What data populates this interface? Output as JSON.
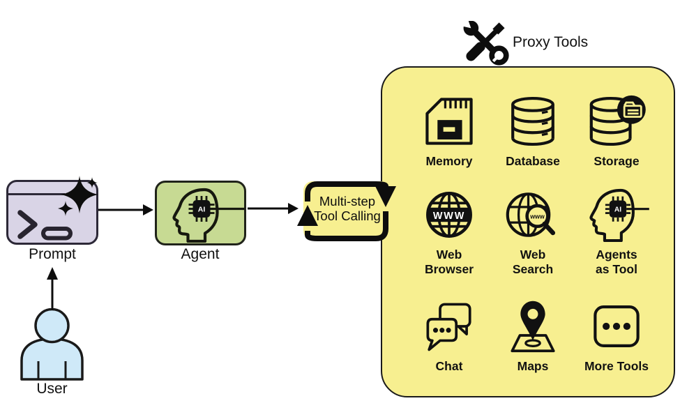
{
  "colors": {
    "proxy_yellow": "#f7ef90",
    "prompt_lavender": "#d9d4e6",
    "agent_green": "#c7da93",
    "user_blue": "#cfe9f8",
    "ink_black": "#111111"
  },
  "user": {
    "label": "User"
  },
  "prompt": {
    "label": "Prompt"
  },
  "agent": {
    "label": "Agent",
    "chip_text": "AI"
  },
  "multi_step": {
    "line1": "Multi-step",
    "line2": "Tool Calling"
  },
  "proxy": {
    "label": "Proxy Tools",
    "icon": "wrench-screwdriver-icon",
    "tools": [
      {
        "icon": "memory-icon",
        "lines": [
          "Memory"
        ]
      },
      {
        "icon": "database-icon",
        "lines": [
          "Database"
        ]
      },
      {
        "icon": "storage-icon",
        "lines": [
          "Storage"
        ]
      },
      {
        "icon": "web-browser-icon",
        "lines": [
          "Web",
          "Browser"
        ],
        "icon_text": "WWW"
      },
      {
        "icon": "web-search-icon",
        "lines": [
          "Web",
          "Search"
        ],
        "icon_text": "www"
      },
      {
        "icon": "agents-as-tool-icon",
        "lines": [
          "Agents",
          "as Tool"
        ],
        "chip_text": "AI"
      },
      {
        "icon": "chat-icon",
        "lines": [
          "Chat"
        ]
      },
      {
        "icon": "maps-icon",
        "lines": [
          "Maps"
        ]
      },
      {
        "icon": "more-tools-icon",
        "lines": [
          "More Tools"
        ]
      }
    ]
  }
}
